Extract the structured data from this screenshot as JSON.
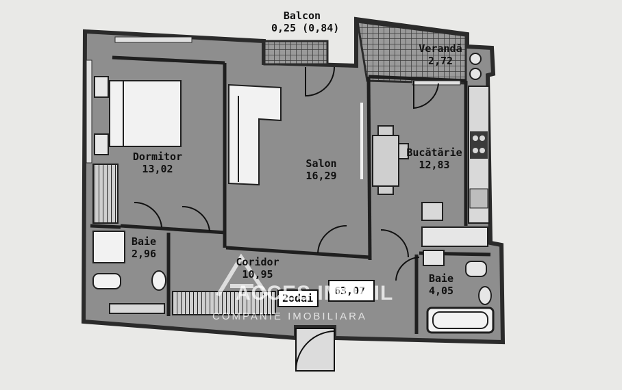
{
  "rooms": {
    "balcon": {
      "name": "Balcon",
      "area": "0,25 (0,84)"
    },
    "veranda": {
      "name": "Verandă",
      "area": "2,72"
    },
    "dormitor": {
      "name": "Dormitor",
      "area": "13,02"
    },
    "salon": {
      "name": "Salon",
      "area": "16,29"
    },
    "bucatarie": {
      "name": "Bucătărie",
      "area": "12,83"
    },
    "baie1": {
      "name": "Baie",
      "area": "2,96"
    },
    "coridor": {
      "name": "Coridor",
      "area": "10,95"
    },
    "baie2": {
      "name": "Baie",
      "area": "4,05"
    }
  },
  "summary": {
    "rooms_label": "2odai",
    "total_area": "63,07"
  },
  "watermark": {
    "brand": "ACCES IMOBIL",
    "tagline": "COMPANIE IMOBILIARA"
  },
  "colors": {
    "floor": "#8e8e8e",
    "wall": "#2b2b2b",
    "paper": "#e9e9e7"
  }
}
